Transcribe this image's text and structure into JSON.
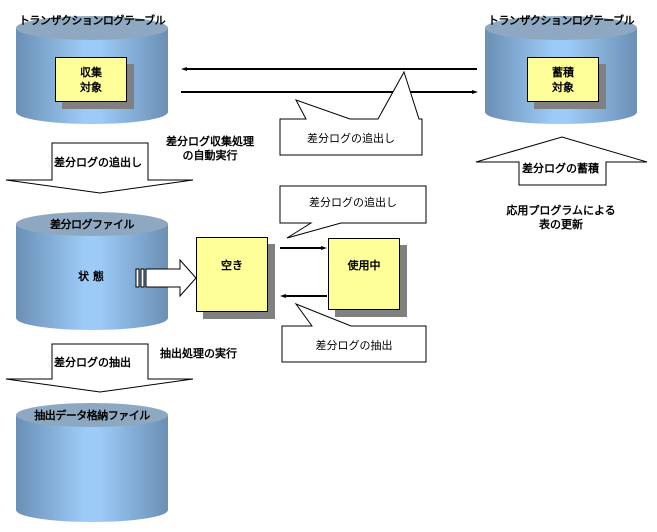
{
  "cylinders": {
    "source_table": {
      "title": "トランザクションログテーブル",
      "box_label": "収集\n対象"
    },
    "target_table": {
      "title": "トランザクションログテーブル",
      "box_label": "蓄積\n対象"
    },
    "diff_log_file": {
      "title": "差分ログファイル",
      "inner_label": "状 態"
    },
    "extract_file": {
      "title": "抽出データ格納ファイル"
    }
  },
  "arrows": {
    "push_out_1": "差分ログの追出し",
    "accumulate": "差分ログの蓄積",
    "extract": "差分ログの抽出"
  },
  "notes": {
    "auto_collect_line1": "差分ログ収集処理",
    "auto_collect_line2": "の自動実行",
    "app_update_line1": "応用プログラムによる",
    "app_update_line2": "表の更新",
    "extract_exec": "抽出処理の実行"
  },
  "callouts": {
    "top": "差分ログの追出し",
    "middle_top": "差分ログの追出し",
    "middle_bottom": "差分ログの抽出"
  },
  "states": {
    "empty": "空き",
    "in_use": "使用中"
  },
  "colors": {
    "cylinder_body": "#8fb8e0",
    "cylinder_top": "#8ea8c2",
    "state_box": "#ffff99",
    "shadow": "#808080"
  }
}
